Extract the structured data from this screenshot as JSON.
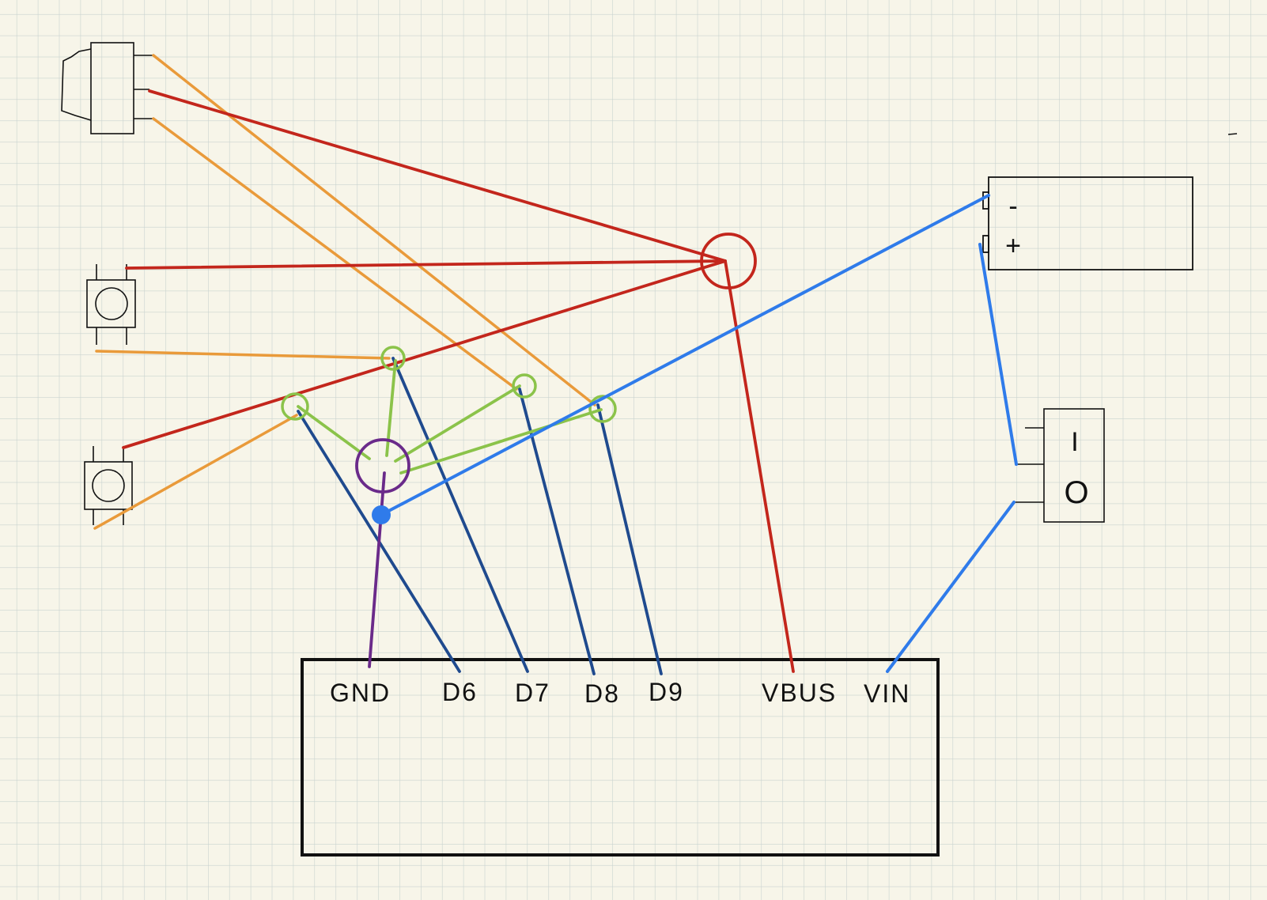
{
  "board": {
    "pins": {
      "gnd": "GND",
      "d6": "D6",
      "d7": "D7",
      "d8": "D8",
      "d9": "D9",
      "vbus": "VBUS",
      "vin": "VIN"
    }
  },
  "battery": {
    "minus": "-",
    "plus": "+"
  },
  "power_switch": {
    "on": "I",
    "off": "O"
  },
  "colors": {
    "background": "#f7f5e9",
    "grid": "#c9d3cf",
    "outline": "#111111",
    "power_wire": "#c3261c",
    "signal_wire": "#e99a3a",
    "data_wire": "#1f4a8e",
    "green_link": "#8bc34a",
    "ground_wire": "#6a2a8a",
    "battery_wire": "#2f7bea"
  }
}
